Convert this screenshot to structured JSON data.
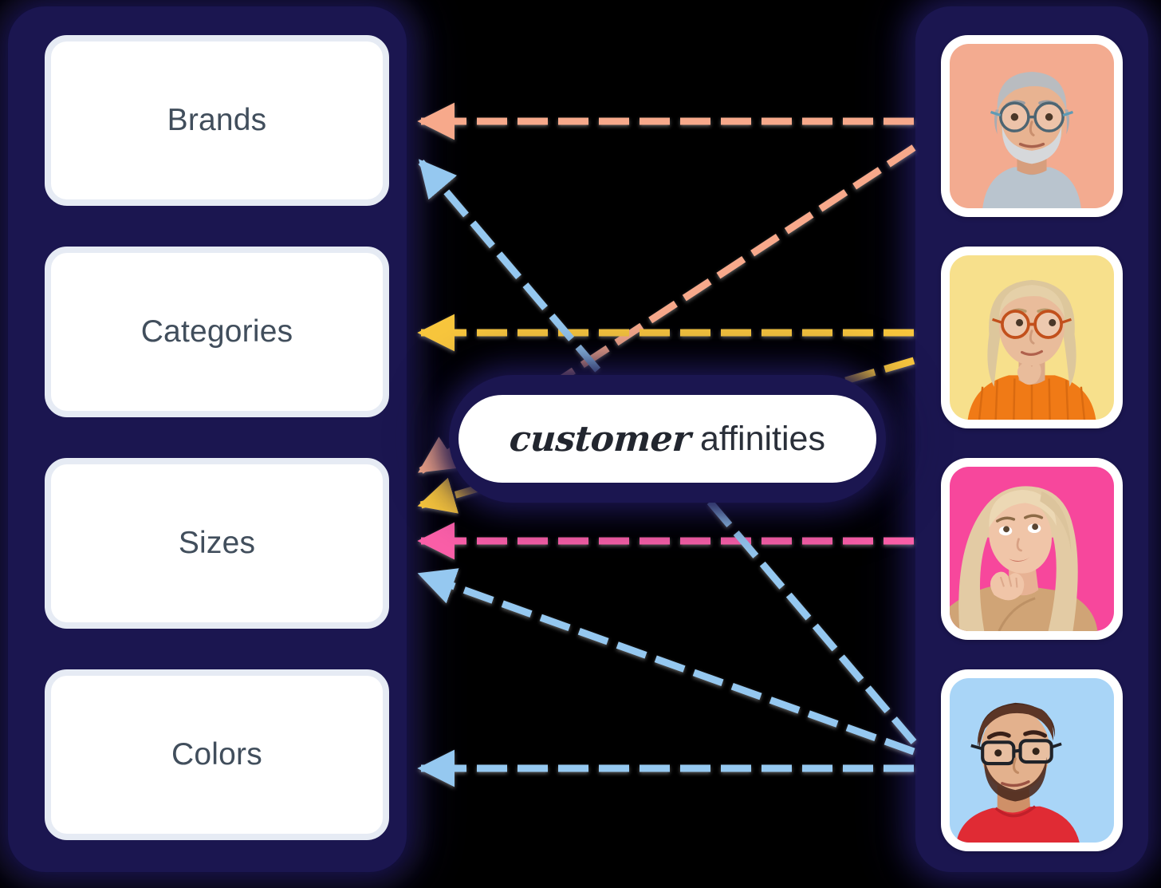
{
  "background_color": "#000000",
  "panel_color": "#1b1650",
  "left_panel": {
    "name": "attribute-panel",
    "cards": [
      {
        "label": "Brands"
      },
      {
        "label": "Categories"
      },
      {
        "label": "Sizes"
      },
      {
        "label": "Colors"
      }
    ]
  },
  "center": {
    "script_word": "customer",
    "plain_word": "affinities",
    "full_label": "customer affinities"
  },
  "right_panel": {
    "name": "customer-avatar-panel",
    "avatars": [
      {
        "alt": "older man with glasses and gray beard in gray sweater",
        "bg": "#f3ab90",
        "skin": "#e8b391",
        "hair": "#b9bcc0",
        "shirt": "#b9c4ce"
      },
      {
        "alt": "older woman with orange glasses and blonde hair in orange sweater",
        "bg": "#f7e08c",
        "skin": "#e9bc9b",
        "hair": "#ddc79c",
        "shirt": "#f07a16"
      },
      {
        "alt": "young blonde woman in tan sweater thinking",
        "bg": "#f7479c",
        "skin": "#f0c5a8",
        "hair": "#e3cba4",
        "shirt": "#d0a476"
      },
      {
        "alt": "young man with dark hair, glasses and beard in red shirt",
        "bg": "#a9d5f7",
        "skin": "#e3b18d",
        "hair": "#4b2a1e",
        "shirt": "#e02b34"
      }
    ]
  },
  "link_colors": {
    "salmon": "#f7a98b",
    "yellow": "#f8c63c",
    "pink": "#fa5ea8",
    "blue": "#95c8f0"
  },
  "links": [
    {
      "id": "brands-to-avatar1",
      "color": "#f7a98b",
      "from": "avatar-1",
      "to": "Brands",
      "style": "dashed-horizontal"
    },
    {
      "id": "sizes-to-avatar1",
      "color": "#f7a98b",
      "from": "avatar-1",
      "to": "Sizes",
      "style": "dashed-diagonal"
    },
    {
      "id": "categories-to-avatar2",
      "color": "#f8c63c",
      "from": "avatar-2",
      "to": "Categories",
      "style": "dashed-horizontal"
    },
    {
      "id": "sizes-to-avatar2",
      "color": "#f8c63c",
      "from": "avatar-2",
      "to": "Sizes",
      "style": "dashed-diagonal"
    },
    {
      "id": "sizes-to-avatar3",
      "color": "#fa5ea8",
      "from": "avatar-3",
      "to": "Sizes",
      "style": "dashed-horizontal"
    },
    {
      "id": "brands-to-avatar4",
      "color": "#95c8f0",
      "from": "avatar-4",
      "to": "Brands",
      "style": "dashed-diagonal"
    },
    {
      "id": "sizes-to-avatar4",
      "color": "#95c8f0",
      "from": "avatar-4",
      "to": "Sizes",
      "style": "dashed-diagonal"
    },
    {
      "id": "colors-to-avatar4",
      "color": "#95c8f0",
      "from": "avatar-4",
      "to": "Colors",
      "style": "dashed-horizontal"
    }
  ]
}
